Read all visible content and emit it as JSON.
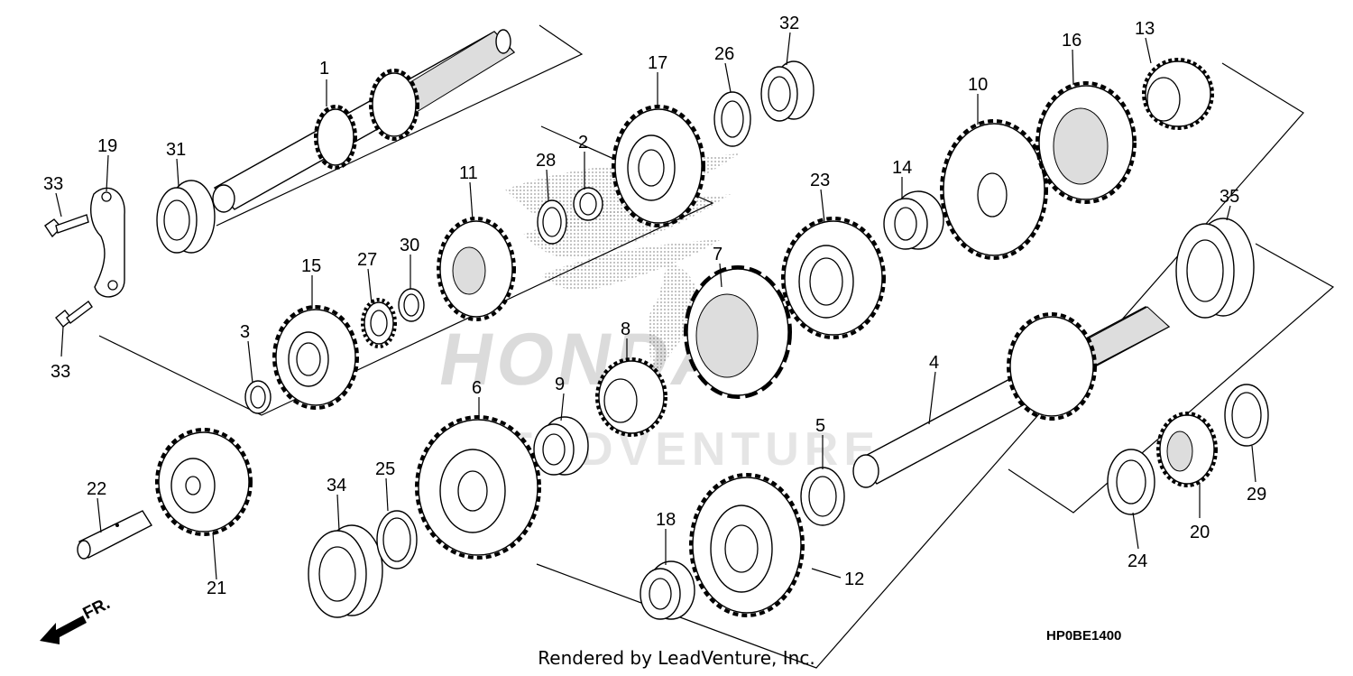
{
  "diagram": {
    "reference_code": "HP0BE1400",
    "credit": "Rendered by LeadVenture, Inc.",
    "direction_marker": "FR.",
    "watermark": {
      "brand": "HONDA",
      "dealer": "LEADVENTURE"
    },
    "callouts": [
      "1",
      "2",
      "3",
      "4",
      "5",
      "6",
      "7",
      "8",
      "9",
      "10",
      "11",
      "12",
      "13",
      "14",
      "15",
      "16",
      "17",
      "18",
      "19",
      "20",
      "21",
      "22",
      "23",
      "24",
      "25",
      "26",
      "27",
      "28",
      "29",
      "30",
      "31",
      "32",
      "33",
      "33",
      "34",
      "35"
    ]
  }
}
